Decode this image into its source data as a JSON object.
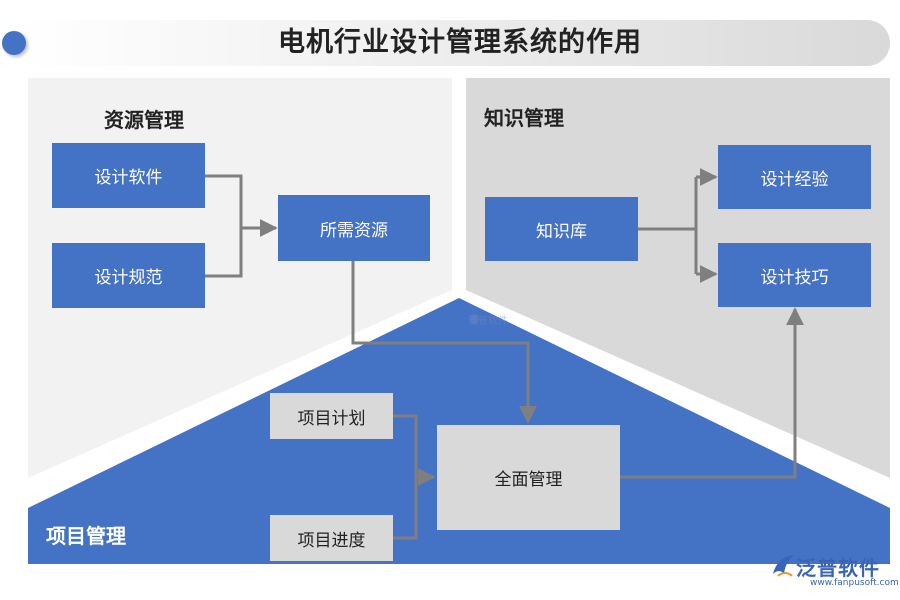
{
  "title": "电机行业设计管理系统的作用",
  "sections": {
    "resource": {
      "label": "资源管理",
      "items": [
        "设计软件",
        "设计规范"
      ],
      "target": "所需资源"
    },
    "knowledge": {
      "label": "知识管理",
      "source": "知识库",
      "items": [
        "设计经验",
        "设计技巧"
      ]
    },
    "project": {
      "label": "项目管理",
      "items": [
        "项目计划",
        "项目进度"
      ],
      "target": "全面管理"
    }
  },
  "watermark": "泛普软件",
  "logo": {
    "name": "泛普软件",
    "url": "www.fanpusoft.com"
  },
  "colors": {
    "accent": "#4472c4",
    "panel_light": "#f2f2f2",
    "panel_dark": "#d9d9d9",
    "connector": "#7f7f7f"
  }
}
